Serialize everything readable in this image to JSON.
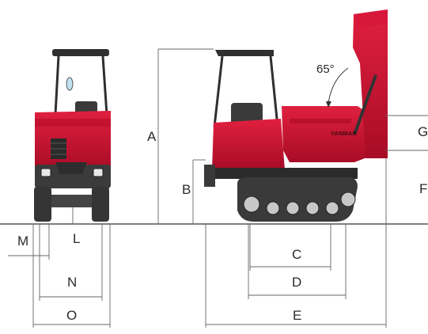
{
  "labels": {
    "A": "A",
    "B": "B",
    "C": "C",
    "D": "D",
    "E": "E",
    "F": "F",
    "G": "G",
    "L": "L",
    "M": "M",
    "N": "N",
    "O": "O"
  },
  "dump_angle": "65°",
  "brand_text": "YANMAR",
  "colors": {
    "body_red": "#c8102e",
    "dark_red": "#8e0a1f",
    "track": "#3a3a3a",
    "frame": "#2b2b2b",
    "dimension_line": "#555555"
  }
}
